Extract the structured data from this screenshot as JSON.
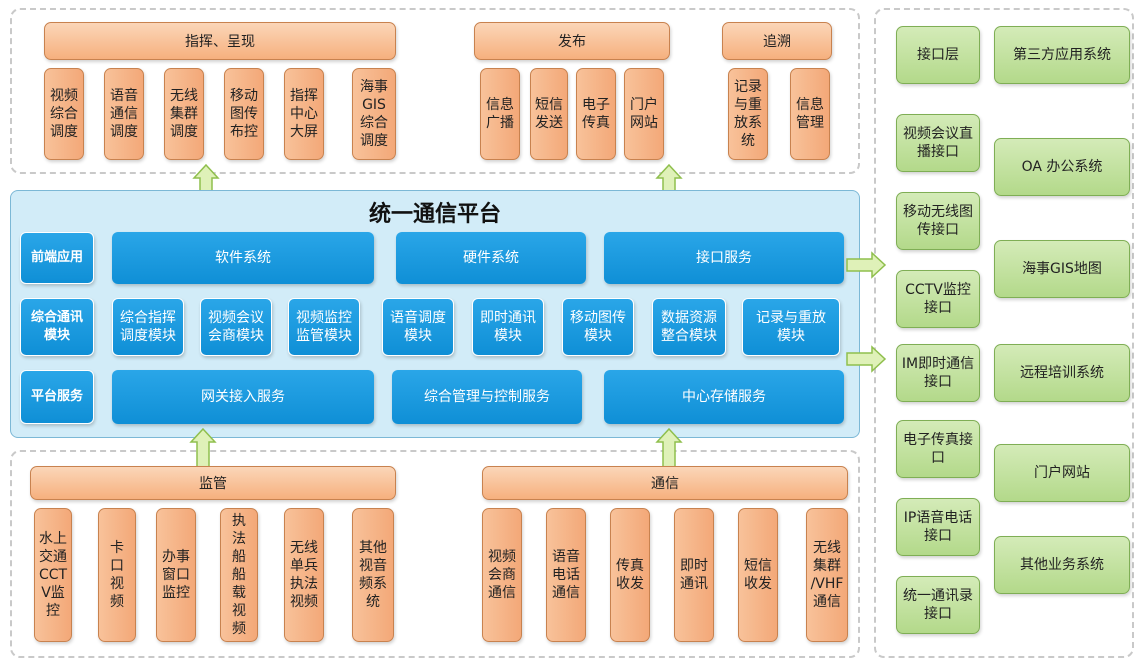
{
  "top": {
    "zhihui": {
      "header": "指挥、呈现",
      "items": [
        "视频\n综合\n调度",
        "语音\n通信\n调度",
        "无线\n集群\n调度",
        "移动\n图传\n布控",
        "指挥\n中心\n大屏",
        "海事\nGIS\n综合\n调度"
      ]
    },
    "fabu": {
      "header": "发布",
      "items": [
        "信息\n广播",
        "短信\n发送",
        "电子\n传真",
        "门户\n网站"
      ]
    },
    "zhuisu": {
      "header": "追溯",
      "items": [
        "记录\n与重\n放系\n统",
        "信息\n管理"
      ]
    }
  },
  "platform": {
    "title": "统一通信平台",
    "row_labels": [
      "前端应用",
      "综合通讯\n模块",
      "平台服务"
    ],
    "front": [
      "软件系统",
      "硬件系统",
      "接口服务"
    ],
    "modules": [
      "综合指挥\n调度模块",
      "视频会议\n会商模块",
      "视频监控\n监管模块",
      "语音调度\n模块",
      "即时通讯\n模块",
      "移动图传\n模块",
      "数据资源\n整合模块",
      "记录与重放\n模块"
    ],
    "services": [
      "网关接入服务",
      "综合管理与控制服务",
      "中心存储服务"
    ]
  },
  "bottom": {
    "jianguan": {
      "header": "监管",
      "items": [
        "水上\n交通\nCCT\nV监\n控",
        "卡\n口\n视\n频",
        "办事\n窗口\n监控",
        "执\n法\n船\n船\n载\n视\n频",
        "无线\n单兵\n执法\n视频",
        "其他\n视音\n频系\n统"
      ]
    },
    "tongxin": {
      "header": "通信",
      "items": [
        "视频\n会商\n通信",
        "语音\n电话\n通信",
        "传真\n收发",
        "即时\n通讯",
        "短信\n收发",
        "无线\n集群\n/VHF\n通信"
      ]
    }
  },
  "right": {
    "interfaces": [
      "接口层",
      "视频会议直\n播接口",
      "移动无线图\n传接口",
      "CCTV监控\n接口",
      "IM即时通信\n接口",
      "电子传真接\n口",
      "IP语音电话\n接口",
      "统一通讯录\n接口"
    ],
    "systems": [
      "第三方应用系统",
      "OA 办公系统",
      "海事GIS地图",
      "远程培训系统",
      "门户网站",
      "其他业务系统"
    ]
  },
  "colors": {
    "orange": "#f6b07e",
    "blue": "#1a9ae0",
    "green": "#b3d98a",
    "platform_bg": "#d2ecf8"
  }
}
